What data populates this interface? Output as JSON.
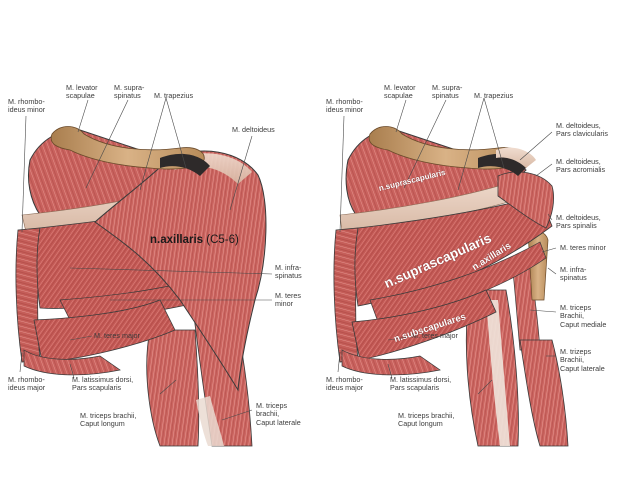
{
  "colors": {
    "muscle": "#c9625e",
    "muscle_dark": "#a8433f",
    "muscle_light": "#e79a94",
    "tendon": "#e4c9b7",
    "bone": "#c9a070",
    "outline": "#3a3a3a",
    "leader": "#4a4a4a",
    "annotation_white": "#ffffff",
    "annotation_dark": "#1a1a1a"
  },
  "left_panel": {
    "labels": {
      "rhomboideus_minor": "M. rhombo-\nideus minor",
      "levator_scapulae": "M. levator\nscapulae",
      "supraspinatus": "M. supra-\nspinatus",
      "trapezius": "M. trapezius",
      "deltoideus": "M. deltoideus",
      "infraspinatus": "M. infra-\nspinatus",
      "teres_minor": "M. teres\nminor",
      "teres_major": "M. teres major",
      "rhomboideus_major": "M. rhombo-\nideus major",
      "latissimus": "M. latissimus dorsi,\nPars scapularis",
      "triceps_longum": "M. triceps brachii,\nCaput longum",
      "triceps_laterale": "M. triceps\nbrachii,\nCaput laterale"
    },
    "annotation": {
      "name": "n.axillaris",
      "roots": "(C5-6)"
    }
  },
  "right_panel": {
    "labels": {
      "rhomboideus_minor": "M. rhombo-\nideus minor",
      "levator_scapulae": "M. levator\nscapulae",
      "supraspinatus": "M. supra-\nspinatus",
      "trapezius": "M. trapezius",
      "deltoideus_clav": "M. deltoideus,\nPars clavicularis",
      "deltoideus_acrom": "M. deltoideus,\nPars acromialis",
      "deltoideus_spin": "M. deltoideus,\nPars spinalis",
      "teres_minor": "M. teres minor",
      "infraspinatus": "M. infra-\nspinatus",
      "triceps_mediale": "M. triceps\nBrachii,\nCaput mediale",
      "triceps_laterale": "M. trizeps\nBrachii,\nCaput laterale",
      "teres_major": "M. teres major",
      "rhomboideus_major": "M. rhombo-\nideus major",
      "latissimus": "M. latissimus dorsi,\nPars scapularis",
      "triceps_longum": "M. triceps brachii,\nCaput longum"
    },
    "annotations": {
      "suprascapularis_small": "n.suprascapularis",
      "suprascapularis_large": "n.suprascapularis",
      "axillaris": "n.axillaris",
      "subscapulares": "n.subscapulares"
    }
  }
}
